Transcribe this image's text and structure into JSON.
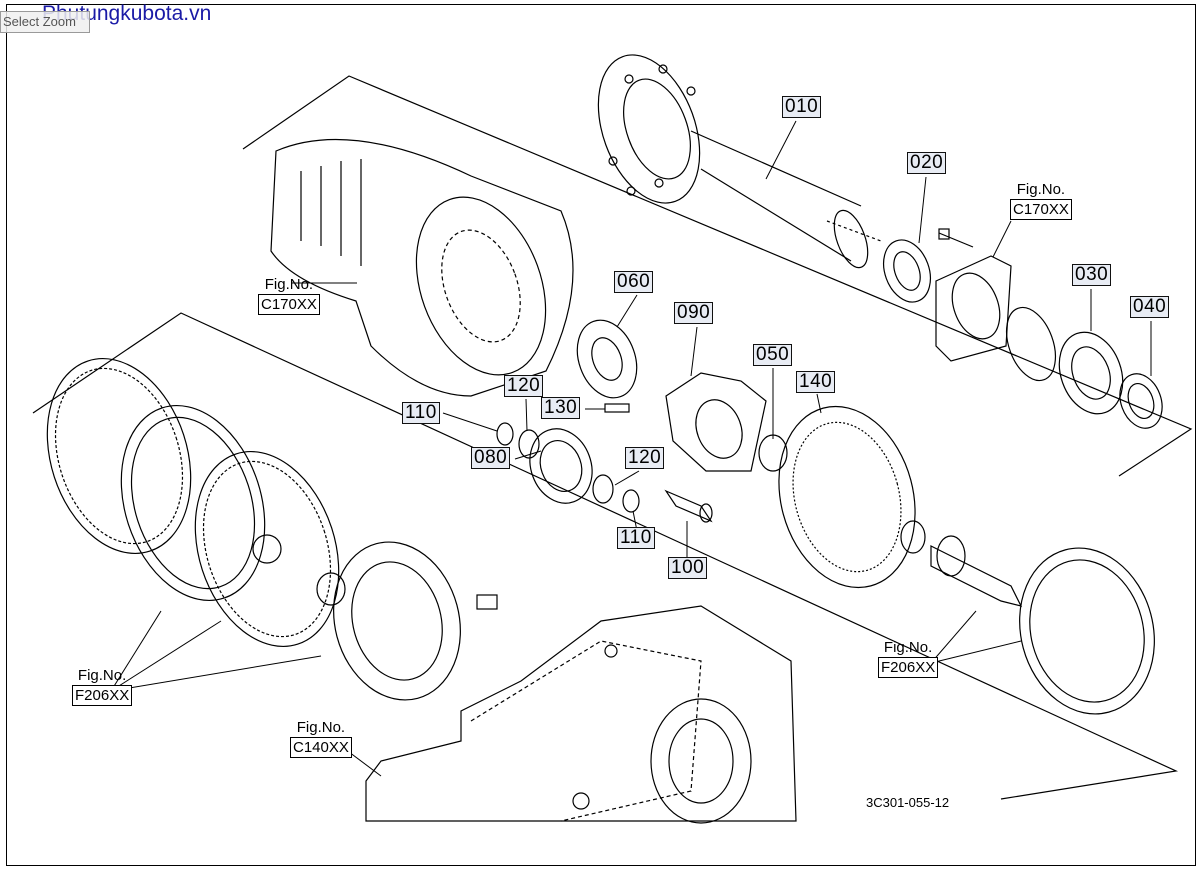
{
  "header": {
    "site_title": "Phutungkubota.vn",
    "zoom_button_label": "Select Zoom"
  },
  "callouts": [
    {
      "id": "010",
      "label": "010"
    },
    {
      "id": "020",
      "label": "020"
    },
    {
      "id": "030",
      "label": "030"
    },
    {
      "id": "040",
      "label": "040"
    },
    {
      "id": "060",
      "label": "060"
    },
    {
      "id": "090",
      "label": "090"
    },
    {
      "id": "050",
      "label": "050"
    },
    {
      "id": "140",
      "label": "140"
    },
    {
      "id": "120a",
      "label": "120"
    },
    {
      "id": "130",
      "label": "130"
    },
    {
      "id": "110a",
      "label": "110"
    },
    {
      "id": "080",
      "label": "080"
    },
    {
      "id": "120b",
      "label": "120"
    },
    {
      "id": "110b",
      "label": "110"
    },
    {
      "id": "100",
      "label": "100"
    }
  ],
  "figure_refs": [
    {
      "prefix": "Fig.No.",
      "code": "C170XX"
    },
    {
      "prefix": "Fig.No.",
      "code": "C170XX"
    },
    {
      "prefix": "Fig.No.",
      "code": "F206XX"
    },
    {
      "prefix": "Fig.No.",
      "code": "F206XX"
    },
    {
      "prefix": "Fig.No.",
      "code": "C140XX"
    }
  ],
  "diagram_code": "3C301-055-12",
  "colors": {
    "site_title": "#1a1aa6",
    "callout_fill": "#e8ecf4",
    "line": "#000000"
  }
}
